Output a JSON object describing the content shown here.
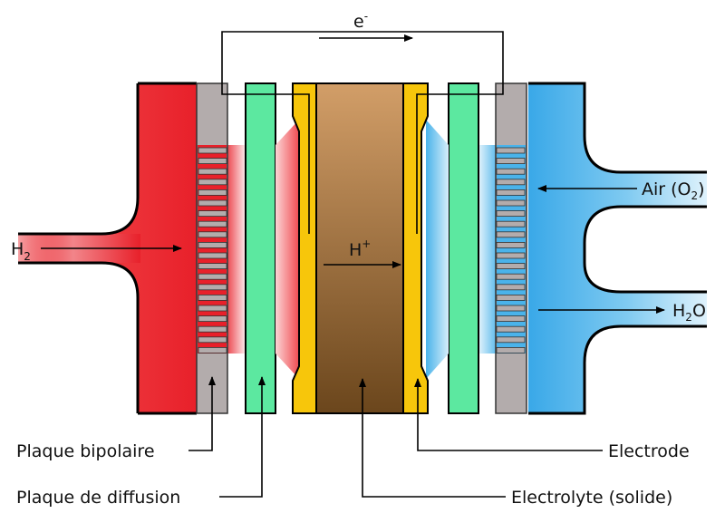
{
  "labels": {
    "electron": "e",
    "electron_sup": "-",
    "hydrogen": "H",
    "hydrogen_sub": "2",
    "proton": "H",
    "proton_sup": "+",
    "air": "Air (O",
    "air_sub": "2",
    "air_close": ")",
    "water": "H",
    "water_sub": "2",
    "water_tail": "O",
    "bipolar_plate": "Plaque bipolaire",
    "diffusion_plate": "Plaque de diffusion",
    "electrode": "Electrode",
    "electrolyte": "Electrolyte (solide)"
  },
  "colors": {
    "anode_channel": "#e8202a",
    "cathode_channel": "#4ab3ea",
    "bipolar_plate": "#b3acac",
    "diffusion_plate": "#5ce8a0",
    "electrode": "#f7c60b",
    "electrolyte_top": "#cf9a62",
    "electrolyte_bottom": "#6e4a20"
  }
}
